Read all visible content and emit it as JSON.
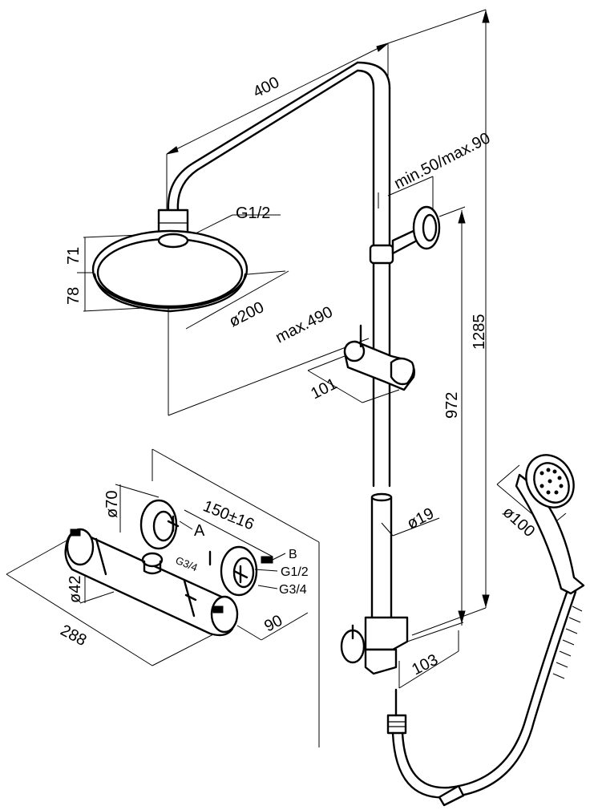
{
  "labels": {
    "arm_length": "400",
    "arm_offset": "min.50/max.90",
    "head_thread": "G1/2",
    "head_height_71": "71",
    "head_height_78": "78",
    "head_diameter": "ø200",
    "max_projection": "max.490",
    "holder_depth": "101",
    "height_1285": "1285",
    "height_972": "972",
    "tube_diameter": "ø19",
    "handshower_diameter": "ø100",
    "bracket_depth": "103",
    "rosette_diameter": "ø70",
    "centres": "150±16",
    "port_a": "A",
    "port_b": "B",
    "thread_g34_left": "G3/4",
    "thread_g12": "G1/2",
    "thread_g34_right": "G3/4",
    "body_diameter": "ø42",
    "body_depth": "90",
    "body_length": "288"
  }
}
